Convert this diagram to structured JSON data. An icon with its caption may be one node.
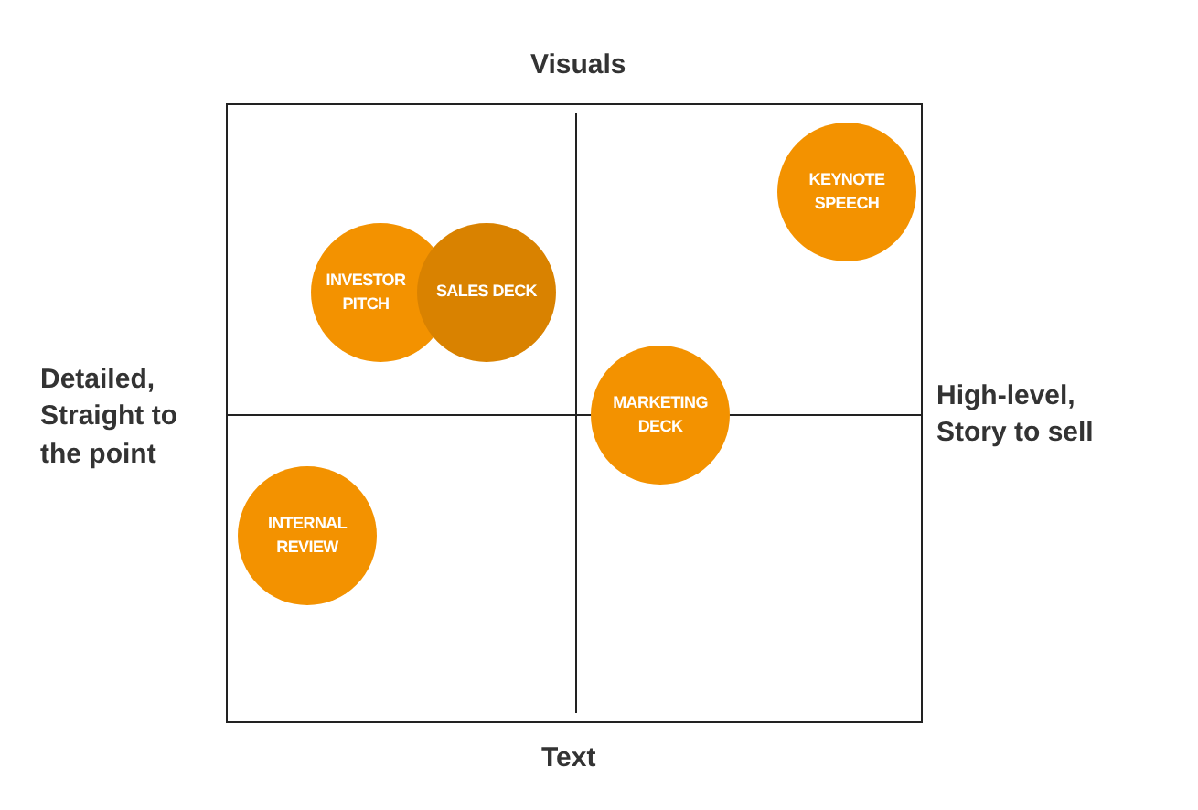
{
  "diagram": {
    "nodes": [
      {
        "text": [
          "KEYNOTE SPEECH"
        ]
      },
      {
        "text": [
          "INVESTOR PITCH"
        ]
      },
      {
        "text": [
          "SALES DECK"
        ]
      },
      {
        "text": [
          "MARKETING DECK"
        ]
      },
      {
        "text": [
          "INTERNAL REVIEW"
        ]
      }
    ],
    "labels": [
      "Visuals",
      "Detailed, Straight to the point",
      "High-level, Story to sell",
      "Text"
    ]
  }
}
